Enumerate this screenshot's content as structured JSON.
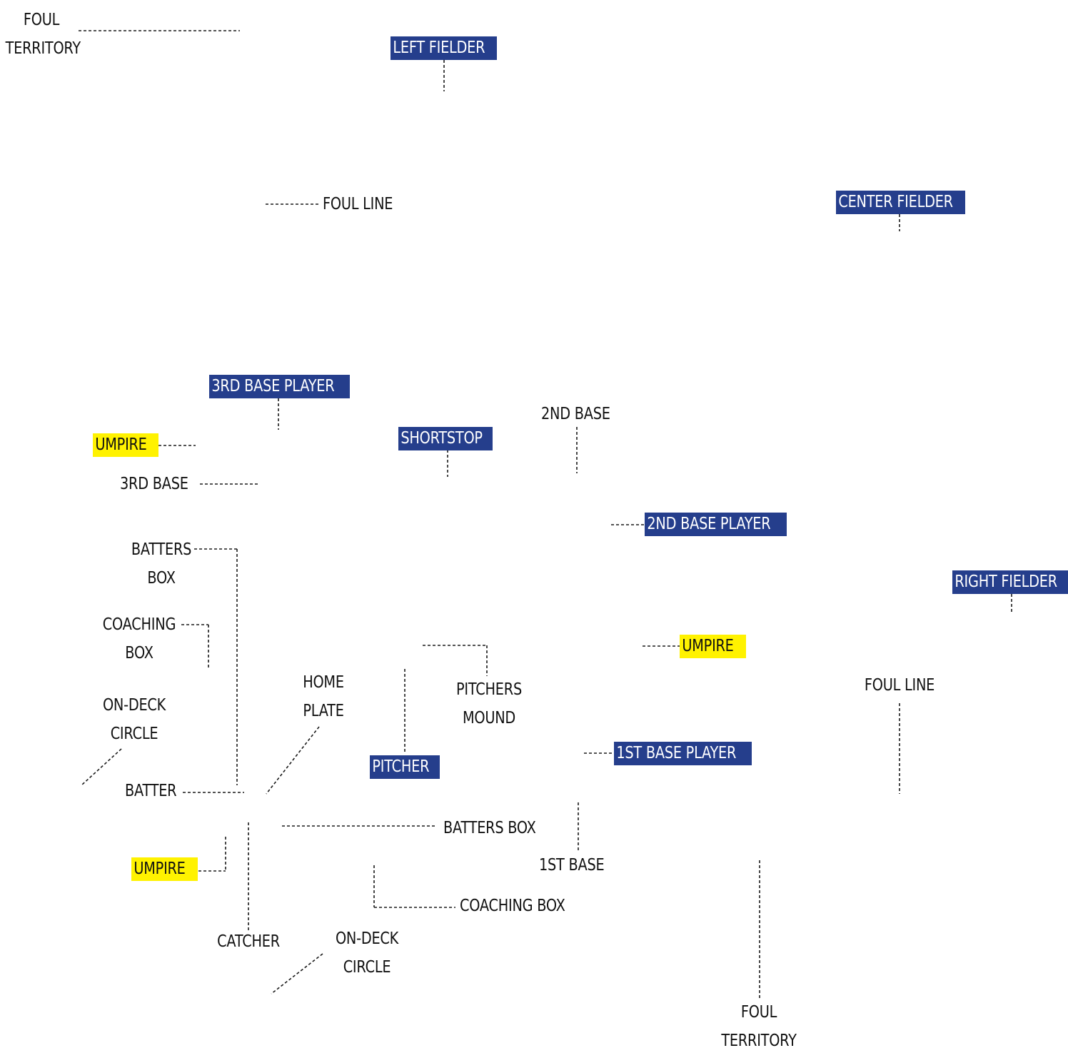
{
  "colors": {
    "player_bg": "#253e8c",
    "player_text": "#ffffff",
    "umpire_bg": "#fff200",
    "umpire_text": "#111111",
    "label_text": "#111111",
    "leader": "#1a1a1a"
  },
  "players": {
    "left_fielder": "LEFT FIELDER",
    "center_fielder": "CENTER FIELDER",
    "right_fielder": "RIGHT FIELDER",
    "third_base_player": "3RD BASE PLAYER",
    "shortstop": "SHORTSTOP",
    "second_base_player": "2ND BASE PLAYER",
    "first_base_player": "1ST BASE PLAYER",
    "pitcher": "PITCHER"
  },
  "umpires": {
    "third_base_umpire": "UMPIRE",
    "first_base_umpire": "UMPIRE",
    "home_plate_umpire": "UMPIRE"
  },
  "field_labels": {
    "foul_territory_left": [
      "FOUL",
      "TERRITORY"
    ],
    "foul_line_left": "FOUL LINE",
    "second_base": "2ND BASE",
    "third_base": "3RD BASE",
    "batters_box_left": [
      "BATTERS",
      "BOX"
    ],
    "coaching_box_left": [
      "COACHING",
      "BOX"
    ],
    "on_deck_circle_left": [
      "ON-DECK",
      "CIRCLE"
    ],
    "home_plate": [
      "HOME",
      "PLATE"
    ],
    "batter": "BATTER",
    "pitchers_mound": [
      "PITCHERS",
      "MOUND"
    ],
    "foul_line_right": "FOUL LINE",
    "batters_box_bottom": "BATTERS BOX",
    "first_base": "1ST BASE",
    "coaching_box_bottom": "COACHING BOX",
    "catcher": "CATCHER",
    "on_deck_circle_bottom": [
      "ON-DECK",
      "CIRCLE"
    ],
    "foul_territory_right": [
      "FOUL",
      "TERRITORY"
    ]
  }
}
